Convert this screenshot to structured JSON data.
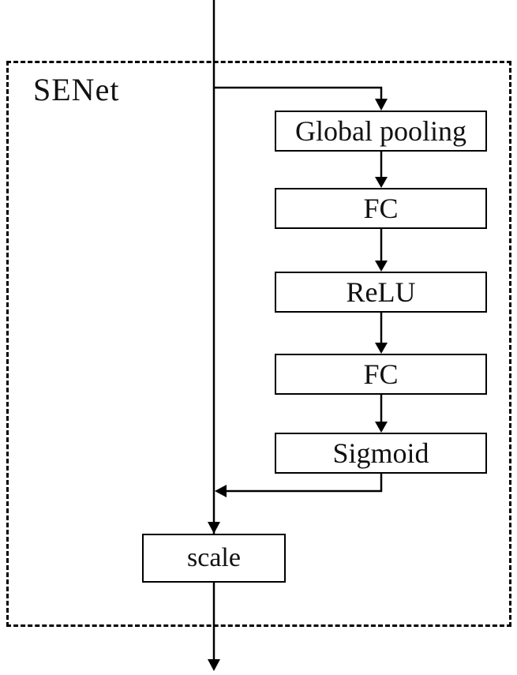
{
  "colors": {
    "line": "#000000",
    "background": "#ffffff"
  },
  "diagram": {
    "title": "SENet",
    "blocks": [
      {
        "name": "global-pooling",
        "label": "Global pooling"
      },
      {
        "name": "fc-1",
        "label": "FC"
      },
      {
        "name": "relu",
        "label": "ReLU"
      },
      {
        "name": "fc-2",
        "label": "FC"
      },
      {
        "name": "sigmoid",
        "label": "Sigmoid"
      },
      {
        "name": "scale",
        "label": "scale"
      }
    ]
  }
}
